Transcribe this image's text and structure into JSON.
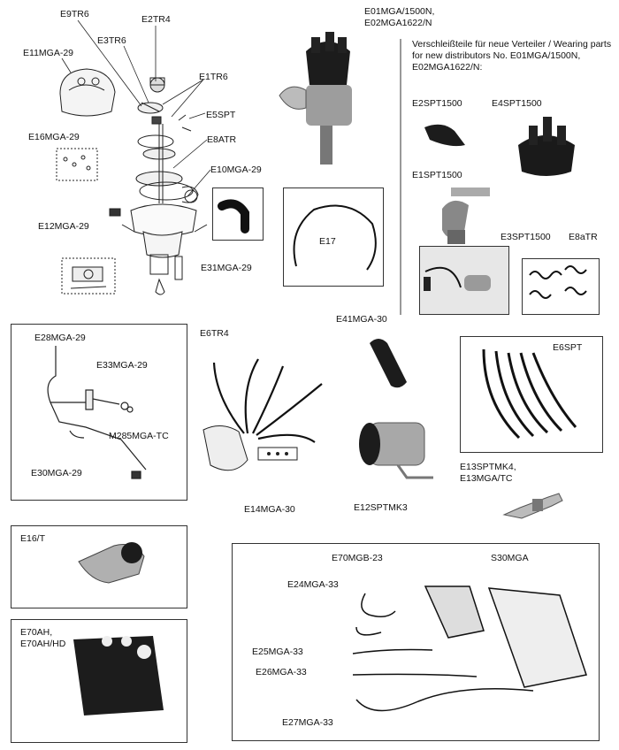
{
  "header": {
    "wearing_parts_text": "Verschleißteile für neue Verteiler / Wearing parts\nfor new distributors No. E01MGA/1500N,\nE02MGA1622/N:"
  },
  "labels": {
    "e9tr6": "E9TR6",
    "e2tr4": "E2TR4",
    "e11mga29": "E11MGA-29",
    "e3tr6": "E3TR6",
    "e1tr6": "E1TR6",
    "e5spt": "E5SPT",
    "e16mga29": "E16MGA-29",
    "e8atr": "E8ATR",
    "e10mga29": "E10MGA-29",
    "e12mga29": "E12MGA-29",
    "e31mga29": "E31MGA-29",
    "e17": "E17",
    "distributor": "E01MGA/1500N,\nE02MGA1622/N",
    "e2spt1500": "E2SPT1500",
    "e4spt1500": "E4SPT1500",
    "e1spt1500": "E1SPT1500",
    "e3spt1500": "E3SPT1500",
    "e8atr_small": "E8aTR",
    "e28mga29": "E28MGA-29",
    "e33mga29": "E33MGA-29",
    "m285": "M285MGA-TC",
    "e30mga29": "E30MGA-29",
    "e6tr4": "E6TR4",
    "e14mga30": "E14MGA-30",
    "e41mga30": "E41MGA-30",
    "e12sptmk3": "E12SPTMK3",
    "e6spt": "E6SPT",
    "e13": "E13SPTMK4,\nE13MGA/TC",
    "e16t": "E16/T",
    "e70ah": "E70AH,\nE70AH/HD",
    "e70mgb23": "E70MGB-23",
    "s30mga": "S30MGA",
    "e24mga33": "E24MGA-33",
    "e25mga33": "E25MGA-33",
    "e26mga33": "E26MGA-33",
    "e27mga33": "E27MGA-33"
  },
  "colors": {
    "ink": "#111111",
    "frame": "#333333",
    "photo_dark": "#1c1c1c",
    "chrome": "#b8b8b8"
  }
}
